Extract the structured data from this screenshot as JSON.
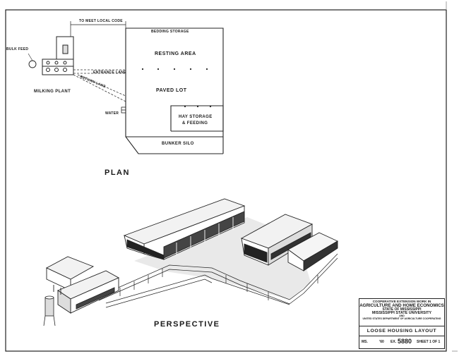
{
  "plan": {
    "heading": "PLAN",
    "labels": {
      "to_meet_local_code": "TO MEET LOCAL CODE",
      "bedding_storage": "BEDDING STORAGE",
      "bulk_feed": "BULK FEED",
      "resting_area": "RESTING AREA",
      "entrance_lane": "ENTRANCE LANE",
      "return_lane": "RETURN LANE",
      "milking_plant": "MILKING PLANT",
      "paved_lot": "PAVED LOT",
      "water": "WATER",
      "hay_storage_line1": "HAY STORAGE",
      "hay_storage_line2": "& FEEDING",
      "bunker_silo": "BUNKER SILO"
    }
  },
  "perspective": {
    "heading": "PERSPECTIVE"
  },
  "title_block": {
    "line1": "COOPERATIVE EXTENSION WORK IN",
    "line2": "AGRICULTURE AND HOME ECONOMICS",
    "line3": "STATE OF MISSISSIPPI",
    "line4": "MISSISSIPPI STATE UNIVERSITY",
    "line5": "AND",
    "line6": "UNITED STATES DEPARTMENT OF AGRICULTURE COOPERATING",
    "drawing_title": "LOOSE HOUSING LAYOUT",
    "state": "MS.",
    "year": "'60",
    "ex_label": "EX.",
    "ex_number": "5880",
    "sheet": "SHEET 1 OF 1"
  }
}
